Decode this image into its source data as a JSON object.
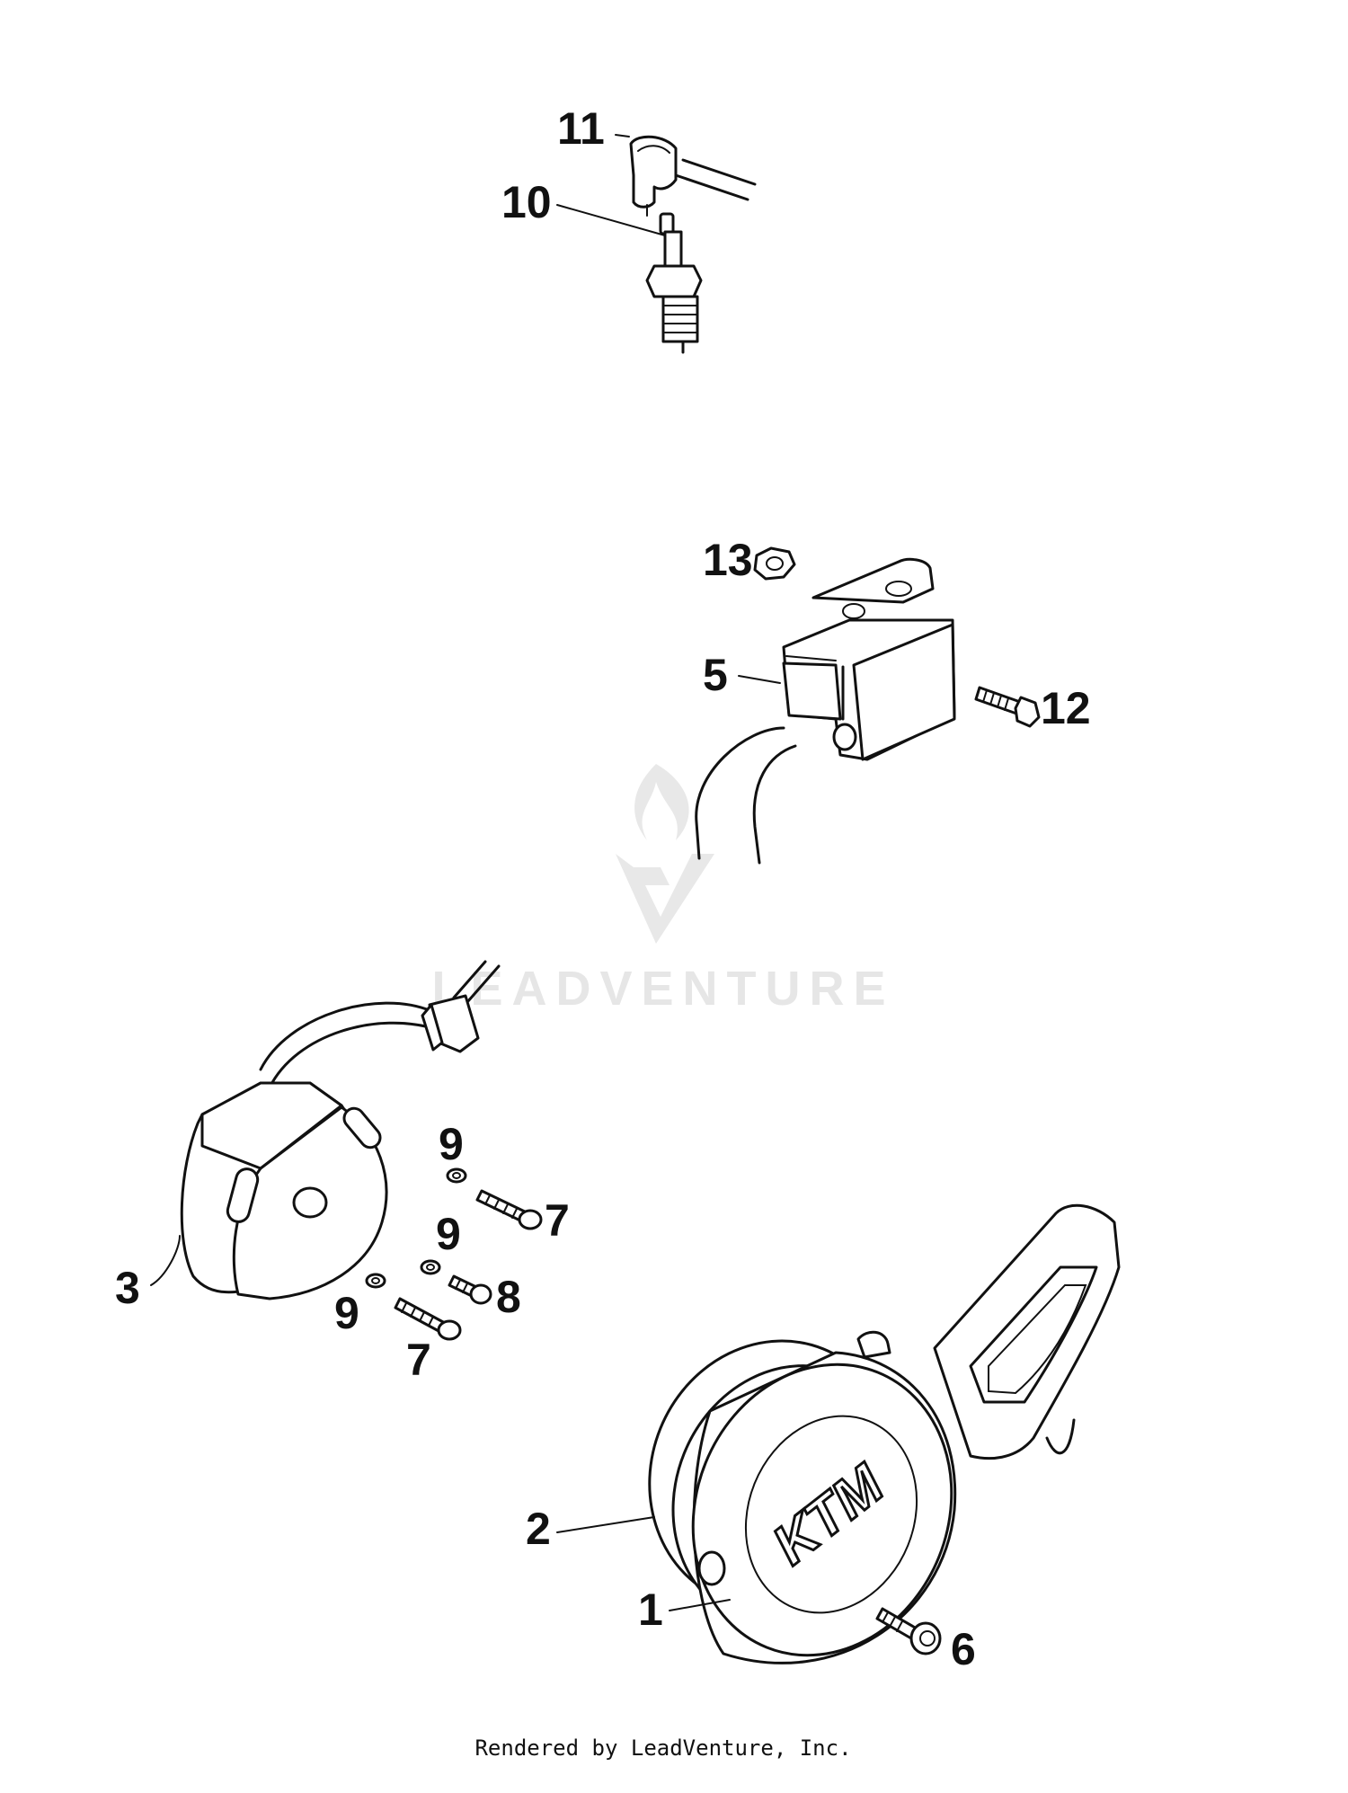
{
  "callouts": {
    "c1": "1",
    "c2": "2",
    "c3": "3",
    "c5": "5",
    "c6": "6",
    "c7a": "7",
    "c7b": "7",
    "c8": "8",
    "c9a": "9",
    "c9b": "9",
    "c9c": "9",
    "c10": "10",
    "c11": "11",
    "c12": "12",
    "c13": "13"
  },
  "watermark": {
    "brand": "LEADVENTURE"
  },
  "cover_logo": "KTM",
  "footer": "Rendered by LeadVenture, Inc."
}
